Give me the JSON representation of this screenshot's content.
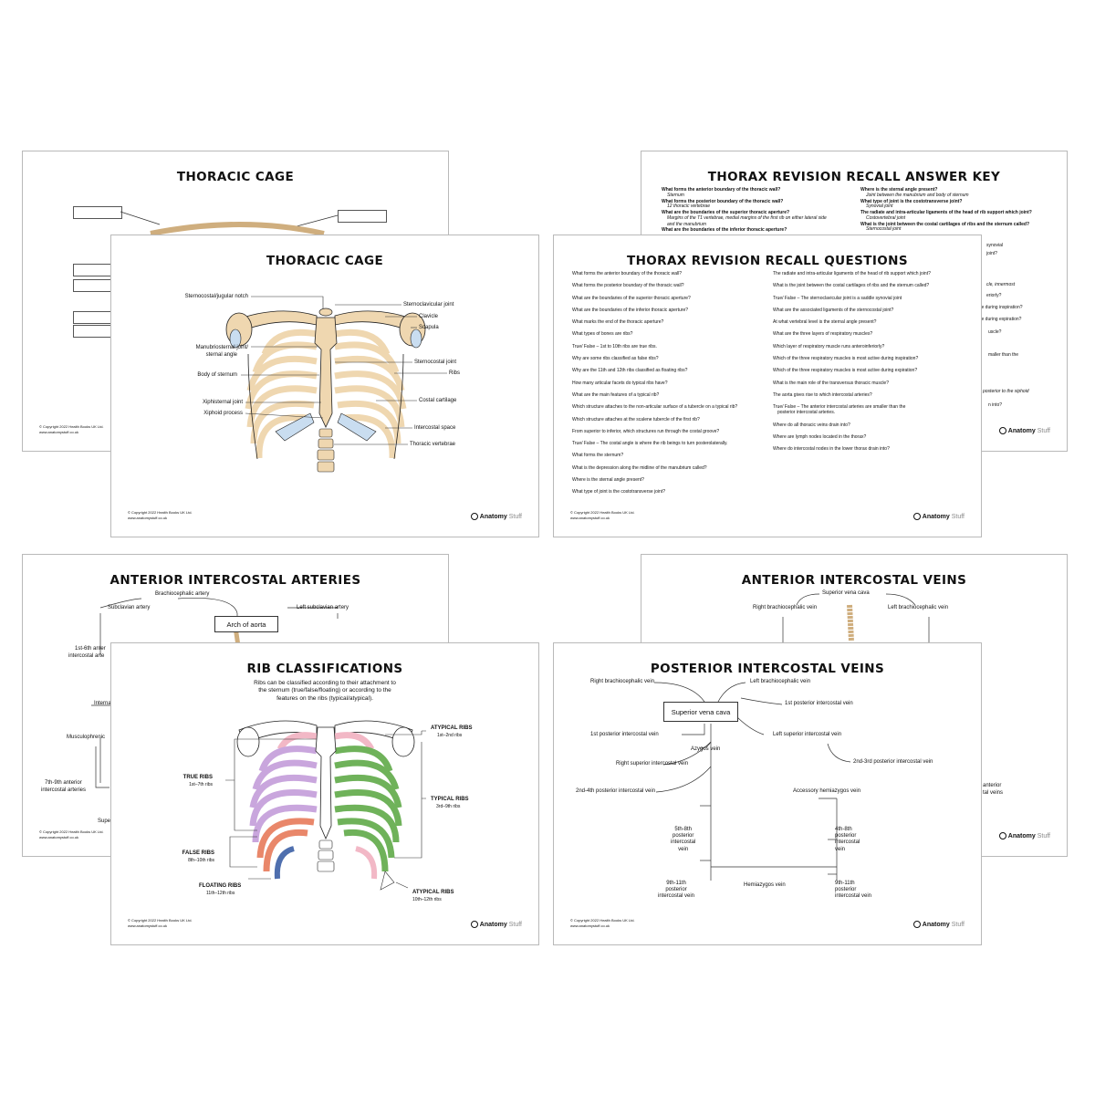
{
  "sheets": {
    "thoracic_back": {
      "title": "THORACIC CAGE"
    },
    "thoracic_front": {
      "title": "THORACIC CAGE",
      "labels_left": [
        "Sternocostal/jugular notch",
        "Manubriosternal joint/",
        "sternal angle",
        "Body of sternum",
        "Xiphisternal joint",
        "Xiphoid process"
      ],
      "labels_right": [
        "Sternoclavicular joint",
        "Clavicle",
        "Scapula",
        "Sternocostal joint",
        "Ribs",
        "Costal cartilage",
        "Intercostal space",
        "Thoracic vertebrae"
      ]
    },
    "answer_key": {
      "title": "THORAX REVISION RECALL ANSWER KEY",
      "left": [
        {
          "q": "What forms the anterior boundary of the thoracic wall?",
          "a": "Sternum"
        },
        {
          "q": "What forms the posterior boundary of the thoracic wall?",
          "a": "12 thoracic vertebrae"
        },
        {
          "q": "What are the boundaries of the superior thoracic aperture?",
          "a": "Margins of the T1 vertebrae, medial margins of the first rib on either lateral side"
        },
        {
          "q": "",
          "a": "and the manubrium"
        },
        {
          "q": "What are the boundaries of the inferior thoracic aperture?",
          "a": ""
        }
      ],
      "right": [
        {
          "q": "Where is the sternal angle present?",
          "a": "Joint between the manubrium and body of sternum"
        },
        {
          "q": "What type of joint is the costotransverse joint?",
          "a": "Synovial joint"
        },
        {
          "q": "The radiate and intra-articular ligaments of the head of rib support which joint?",
          "a": "Costovertebral joint"
        },
        {
          "q": "What is the joint between the costal cartilages of ribs and the sternum called?",
          "a": "Sternocostal joint"
        }
      ],
      "right_fragments": [
        "synovial",
        "joint?",
        "cle, innermost",
        "eriorly?",
        "ve during inspiration?",
        "ve during expiration?",
        "uscle?",
        "maller than the",
        "posterior to the xiphoid",
        "n into?"
      ]
    },
    "questions": {
      "title": "THORAX REVISION RECALL QUESTIONS",
      "left": [
        "What forms the anterior boundary of the thoracic wall?",
        "What forms the posterior boundary of the thoracic wall?",
        "What are the boundaries of the superior thoracic aperture?",
        "What are the boundaries of the inferior thoracic aperture?",
        "What marks the end of the thoracic aperture?",
        "What types of bones are ribs?",
        "True/ False – 1st to 10th ribs are true ribs.",
        "Why are some ribs classified as false ribs?",
        "Why are the 11th and 12th ribs classified as floating ribs?",
        "How many articular facets do typical ribs have?",
        "What are the main features of a typical rib?",
        "Which structure attaches to the non-articular surface of a tubercle on a typical rib?",
        "Which structure attaches at the scalene tubercle of the first rib?",
        "From superior to inferior, which structures run through the costal groove?",
        "True/ False – The costal angle is where the rib beings to turn posterolaterally.",
        "What forms the sternum?",
        "What is the depression along the midline of the manubrium called?",
        "Where is the sternal angle present?",
        "What type of joint is the costotransverse joint?"
      ],
      "right": [
        "The radiate and intra-articular ligaments of the head of rib support which joint?",
        "What is the joint between the costal cartilages of ribs and the sternum called?",
        "True/ False – The sternoclavicular joint is a saddle synovial joint",
        "What are the associated ligaments of the sternocostal joint?",
        "At what vertebral level is the sternal angle present?",
        "What are the three layers of respiratory muscles?",
        "Which layer of respiratory muscle runs anteroinferiorly?",
        "Which of the three respiratory muscles is most active during inspiration?",
        "Which of the three respiratory muscles is most active during expiration?",
        "What is the main role of the transversus thoracic muscle?",
        "The aorta gives rise to which intercostal arteries?",
        "True/ False – The anterior intercostal arteries are smaller than the",
        "posterior intercostal arteries.",
        "Where do all thoracic veins drain into?",
        "Where are lymph nodes located in the thorax?",
        "Where do intercostal nodes in the lower thorax drain into?"
      ]
    },
    "arteries": {
      "title": "ANTERIOR INTERCOSTAL ARTERIES",
      "labels": [
        "Brachiocephalic artery",
        "Subclavian artery",
        "Left subclavian artery",
        "Arch of aorta",
        "1st-6th anter",
        "intercostal arte",
        "Interna",
        "Musculophrenic",
        "7th-9th anterior",
        "intercostal arteries",
        "Supe"
      ]
    },
    "ant_veins": {
      "title": "ANTERIOR INTERCOSTAL VEINS",
      "labels": [
        "Superior vena cava",
        "Right brachiocephalic vein",
        "Left brachiocephalic vein",
        "anterior",
        "tal veins"
      ]
    },
    "rib_class": {
      "title": "RIB CLASSIFICATIONS",
      "intro": [
        "Ribs can be classified according to their attachment to",
        "the sternum (true/false/floating) or according to the",
        "features on the ribs (typical/atypical)."
      ],
      "true_ribs": "TRUE RIBS",
      "true_sub": "1st–7th ribs",
      "false_ribs": "FALSE RIBS",
      "false_sub": "8th–10th ribs",
      "floating_ribs": "FLOATING RIBS",
      "floating_sub": "11th–12th ribs",
      "atyp1": "ATYPICAL RIBS",
      "atyp1_sub": "1st–2nd ribs",
      "typical": "TYPICAL RIBS",
      "typical_sub": "3rd–9th ribs",
      "atyp2": "ATYPICAL RIBS",
      "atyp2_sub": "10th–12th ribs"
    },
    "post_veins": {
      "title": "POSTERIOR INTERCOSTAL VEINS",
      "svc": "Superior vena cava",
      "labels": {
        "rbv": "Right brachiocephalic vein",
        "lbv": "Left brachiocephalic vein",
        "first_r": "1st posterior intercostal vein",
        "first_l": "1st posterior intercostal vein",
        "lsiv": "Left superior intercostal vein",
        "azygos": "Azygos vein",
        "rsiv": "Right superior intercostal vein",
        "second_third": "2nd-3rd posterior intercostal vein",
        "second_fourth": "2nd-4th posterior intercostal vein",
        "ahv": "Accessory hemiazygos vein",
        "five_eight_l": [
          "5th-8th",
          "posterior",
          "intercostal",
          "vein"
        ],
        "four_eight": [
          "4th-8th",
          "posterior",
          "intercostal",
          "vein"
        ],
        "hemiazygos": "Hemiazygos vein",
        "nine_eleven_l": [
          "9th-11th",
          "posterior",
          "intercostal vein"
        ],
        "nine_eleven_r": [
          "9th-11th",
          "posterior",
          "intercostal vein"
        ]
      }
    }
  },
  "copyright": [
    "© Copyright 2022 Health Books UK Ltd.",
    "www.anatomystuff.co.uk"
  ],
  "brand": {
    "anatomy": "Anatomy",
    "stuff": "Stuff"
  },
  "colors": {
    "bone": "#efd7b0",
    "bone_dark": "#cfae7e",
    "cartilage": "#c9ddf0",
    "true_ribs": "#c9a6dd",
    "false_ribs": "#e9876a",
    "floating_ribs": "#4f6fae",
    "typical_ribs": "#6fb25a",
    "atypical_ribs": "#f2b8c6"
  }
}
